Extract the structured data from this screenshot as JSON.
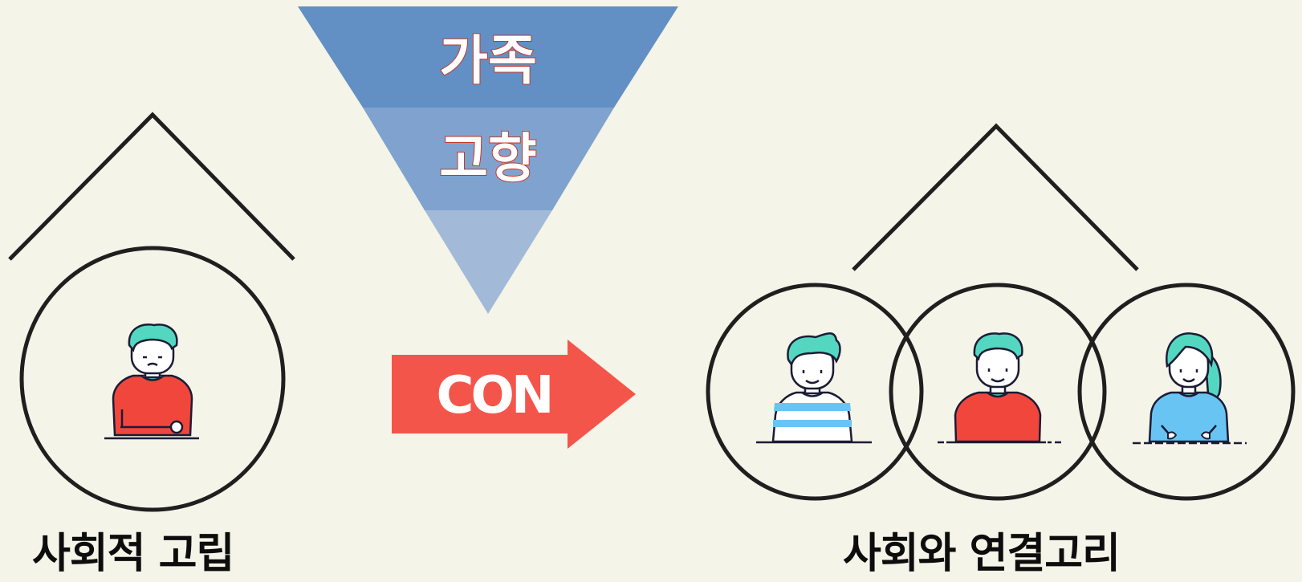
{
  "funnel": {
    "level1_label": "가족",
    "level2_label": "고향",
    "level3_label": ""
  },
  "arrow": {
    "label": "CON"
  },
  "left_panel": {
    "caption": "사회적 고립"
  },
  "right_panel": {
    "caption": "사회와 연결고리"
  },
  "colors": {
    "background": "#f4f4e8",
    "funnel_top": "#628fc4",
    "funnel_mid": "#7fa3ce",
    "funnel_bottom": "#a2bad7",
    "arrow_red": "#f4554b",
    "figure_teal": "#53d7c0",
    "figure_red": "#f1463c",
    "figure_blue": "#68c5f3",
    "outline": "#1c1b35"
  }
}
